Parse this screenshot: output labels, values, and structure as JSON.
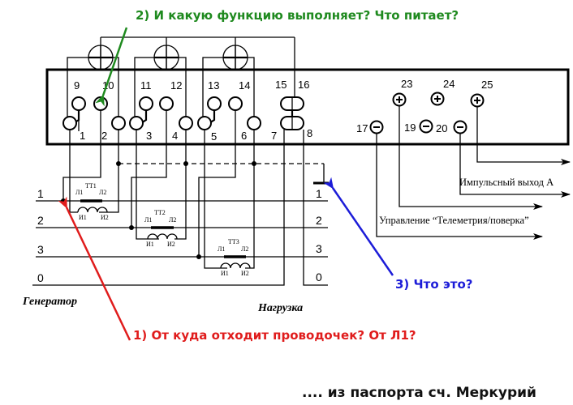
{
  "annotations": {
    "question_2": "2) И какую функцию выполняет? Что питает?",
    "question_1": "1) От куда отходит проводочек? От Л1?",
    "question_3": "3) Что это?",
    "caption": ".... из паспорта сч. Меркурий",
    "colors": {
      "question_1": "#e01c1c",
      "question_2": "#1f8a1f",
      "question_3": "#1c1cd8"
    }
  },
  "meter": {
    "terminals_top": [
      "9",
      "10",
      "11",
      "12",
      "13",
      "14",
      "15",
      "16"
    ],
    "terminals_bottom": [
      "1",
      "2",
      "3",
      "4",
      "5",
      "6",
      "7",
      "8"
    ],
    "terminals_plus": [
      "23",
      "24",
      "25"
    ],
    "terminals_minus": [
      "17",
      "19",
      "20"
    ]
  },
  "transformers": [
    {
      "name": "ТТ1",
      "primary": [
        "Л1",
        "Л2"
      ],
      "secondary": [
        "И1",
        "И2"
      ]
    },
    {
      "name": "ТТ2",
      "primary": [
        "Л1",
        "Л2"
      ],
      "secondary": [
        "И1",
        "И2"
      ]
    },
    {
      "name": "ТТ3",
      "primary": [
        "Л1",
        "Л2"
      ],
      "secondary": [
        "И1",
        "И2"
      ]
    }
  ],
  "lines": {
    "generator_side": [
      "1",
      "2",
      "3",
      "0"
    ],
    "load_side": [
      "1",
      "2",
      "3",
      "0"
    ]
  },
  "labels": {
    "generator": "Генератор",
    "load": "Нагрузка",
    "pulse_output": "Импульсный выход А",
    "telemetry_control": "Управление “Телеметрия/поверка”"
  }
}
